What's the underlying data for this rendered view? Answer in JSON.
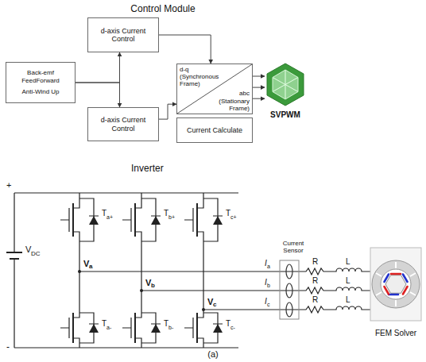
{
  "diagram": {
    "title": "Control Module",
    "caption": "(a)",
    "nodes": [
      {
        "text": [
          "Back-emf FeedForward",
          "Anti-Wind Up"
        ]
      },
      {
        "text": [
          "d-axis Current Control"
        ]
      },
      {
        "text": [
          "d-axis Current Control"
        ]
      },
      {
        "text": [
          "d-q (Synchronous Frame)",
          "abc (Stationary Frame)"
        ]
      },
      {
        "text": [
          "Current Calculate"
        ]
      },
      {
        "text": [
          "SVPWM"
        ]
      }
    ],
    "edges": [
      {
        "from": 0,
        "to": 1,
        "arrow": "to"
      },
      {
        "from": 0,
        "to": 2,
        "arrow": "to"
      },
      {
        "from": 1,
        "to": 3,
        "arrow": "to"
      },
      {
        "from": 2,
        "to": 3,
        "arrow": "to"
      },
      {
        "from": 3,
        "to": 5,
        "arrow": "to"
      },
      {
        "from": 3,
        "to": 5,
        "arrow": "to"
      },
      {
        "from": 3,
        "to": 5,
        "arrow": "to"
      }
    ],
    "labels": [
      "Inverter",
      "V",
      "DC",
      "T",
      "a+",
      "T",
      "b+",
      "T",
      "c+",
      "V",
      "a",
      "V",
      "b",
      "V",
      "c",
      "T",
      "a-",
      "T",
      "b-",
      "T",
      "c-",
      "I",
      "a",
      "I",
      "b",
      "I",
      "c",
      "Current Sensor",
      "R",
      "L",
      "R",
      "L",
      "R",
      "L",
      "FEM Solver",
      "+",
      "-"
    ]
  }
}
